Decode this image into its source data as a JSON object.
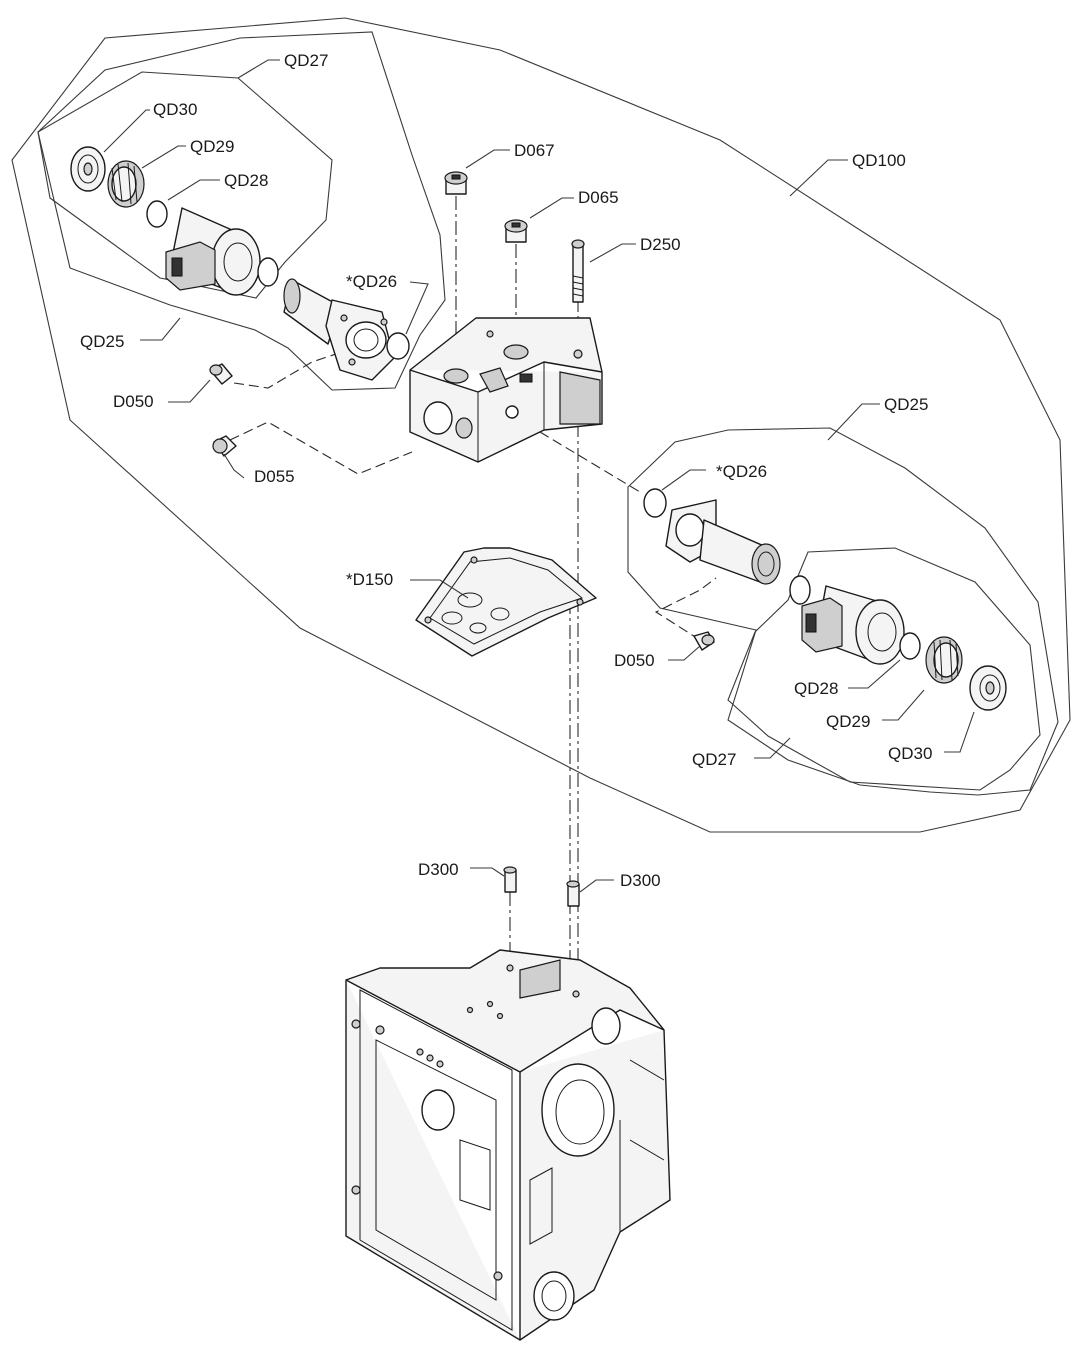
{
  "labels": {
    "qd27_top": "QD27",
    "qd30_top": "QD30",
    "qd29_top": "QD29",
    "qd28_top": "QD28",
    "d067": "D067",
    "qd100": "QD100",
    "d065": "D065",
    "d250": "D250",
    "qd26_top": "*QD26",
    "qd25_left": "QD25",
    "d050_left": "D050",
    "d055": "D055",
    "qd25_right": "QD25",
    "qd26_right": "*QD26",
    "d150": "*D150",
    "d050_right": "D050",
    "qd28_bottom": "QD28",
    "qd29_bottom": "QD29",
    "qd27_bottom": "QD27",
    "qd30_bottom": "QD30",
    "d300_left": "D300",
    "d300_right": "D300"
  }
}
